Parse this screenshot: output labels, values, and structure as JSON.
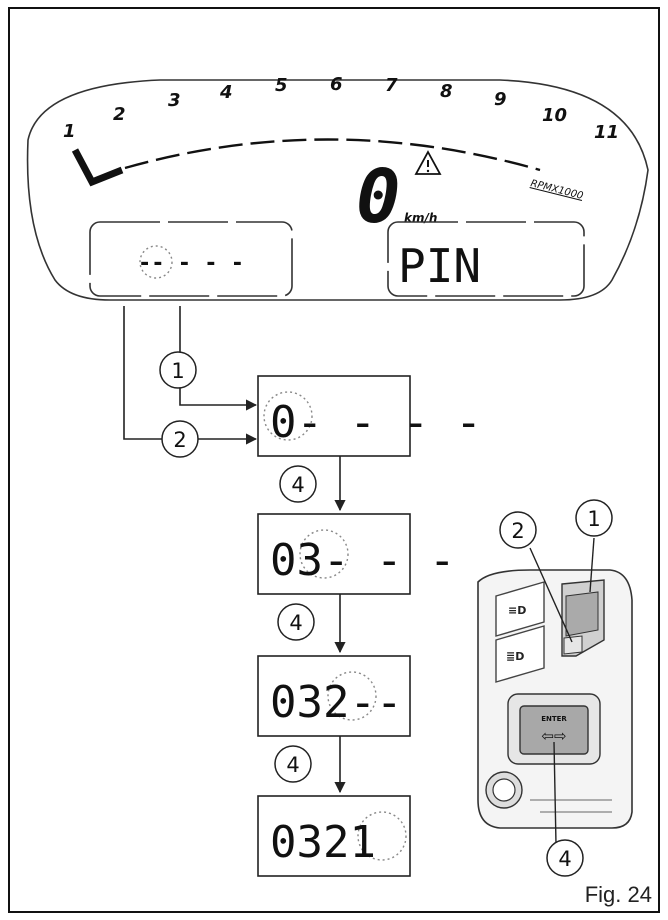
{
  "dashboard": {
    "rpm_numbers": [
      "1",
      "2",
      "3",
      "4",
      "5",
      "6",
      "7",
      "8",
      "9",
      "10",
      "11"
    ],
    "rpm_unit": "RPMX1000",
    "speed_value": "0",
    "speed_unit": "km/h",
    "warning_icon": "warning-triangle-icon",
    "left_display_text": "-- - - -",
    "right_display_text": "PIN"
  },
  "steps": [
    {
      "callouts": [
        "1",
        "2"
      ],
      "display": "0- - - -"
    },
    {
      "callout": "4",
      "display": "03- - -"
    },
    {
      "callout": "4",
      "display": "032--"
    },
    {
      "callout": "4",
      "display": "0321"
    }
  ],
  "switch_panel": {
    "callouts": [
      "2",
      "1",
      "4"
    ],
    "button_enter": "ENTER",
    "icons": [
      "headlight-icon",
      "high-beam-icon",
      "horn-icon",
      "arrows-icon"
    ]
  },
  "caption": "Fig. 24"
}
